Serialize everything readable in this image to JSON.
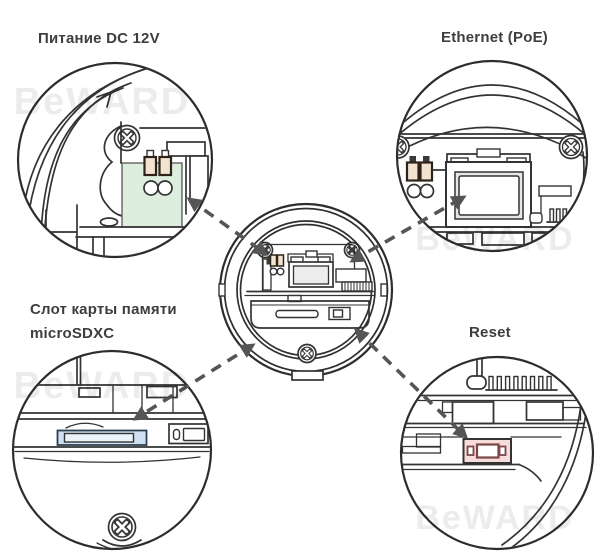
{
  "labels": {
    "power": "Питание DC 12V",
    "ethernet": "Ethernet (PoE)",
    "sd_card_line1": "Слот карты памяти",
    "sd_card_line2": "microSDXC",
    "reset": "Reset"
  },
  "watermark": {
    "text": "BeWARD"
  },
  "colors": {
    "pcb_green": "#ddeedd",
    "terminal_tan": "#f3e4d2",
    "jack_gray": "#e7e7e7",
    "sd_slot_blue": "#cfe1f0",
    "sd_slot_inner": "#eaf2fa",
    "reset_pink": "#f8dcdc",
    "reset_border": "#7a4646"
  }
}
